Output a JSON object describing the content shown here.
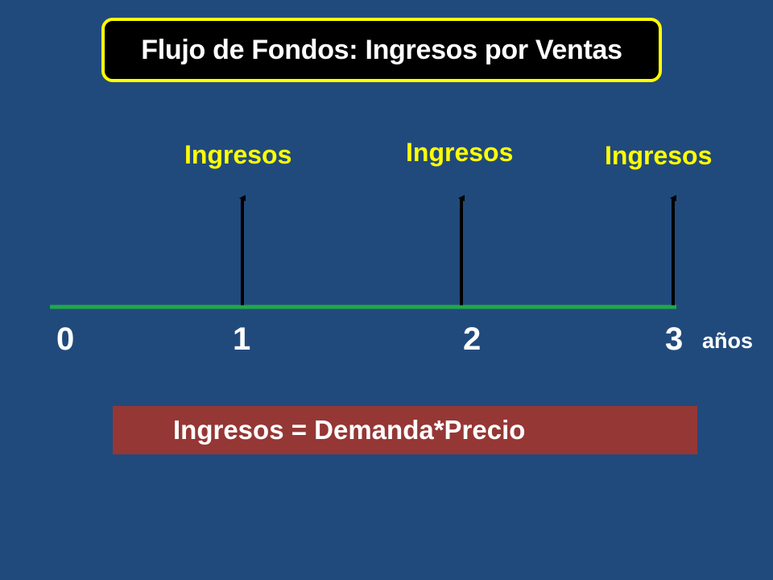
{
  "title": "Flujo de Fondos: Ingresos por Ventas",
  "cash_flow_labels": [
    "Ingresos",
    "Ingresos",
    "Ingresos"
  ],
  "timeline": {
    "ticks": [
      "0",
      "1",
      "2",
      "3"
    ],
    "unit": "años"
  },
  "formula": "Ingresos = Demanda*Precio",
  "colors": {
    "background": "#214a7c",
    "title_border": "#ffff00",
    "title_background": "#000000",
    "labels": "#ffff00",
    "timeline_line": "#1fa84a",
    "arrows": "#000000",
    "formula_background": "#953735"
  }
}
